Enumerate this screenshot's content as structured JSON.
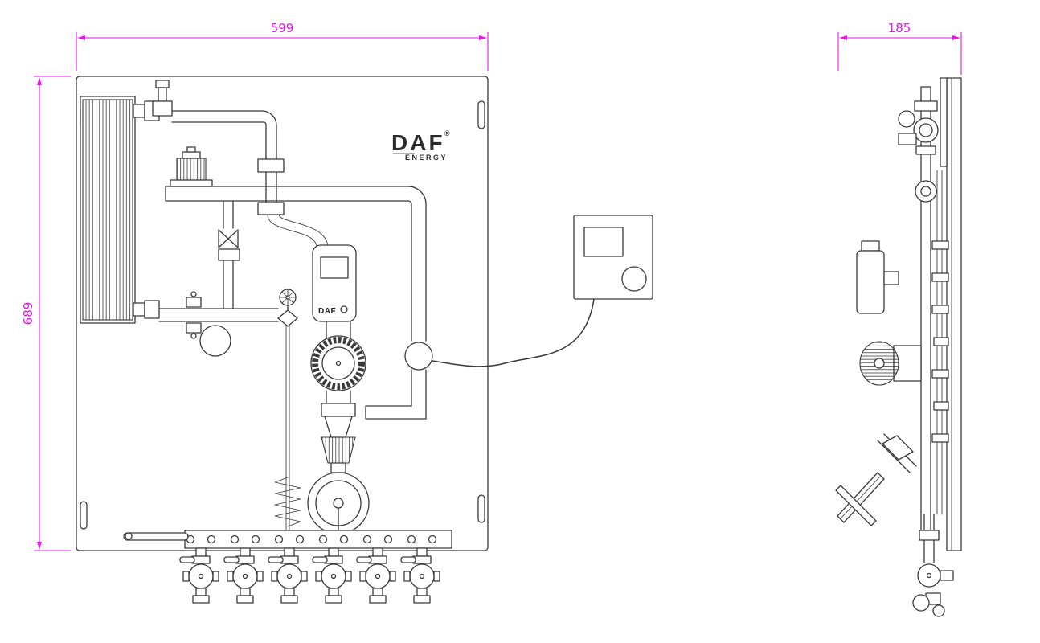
{
  "dimensions": {
    "front_width": "599",
    "front_height": "689",
    "side_depth": "185"
  },
  "brand": {
    "logo": "DAF",
    "registered": "®",
    "tagline": "ENERGY",
    "meter_label": "DAF"
  },
  "colors": {
    "dimension": "#e714e7",
    "line": "#3a3a3a",
    "background": "#ffffff"
  }
}
